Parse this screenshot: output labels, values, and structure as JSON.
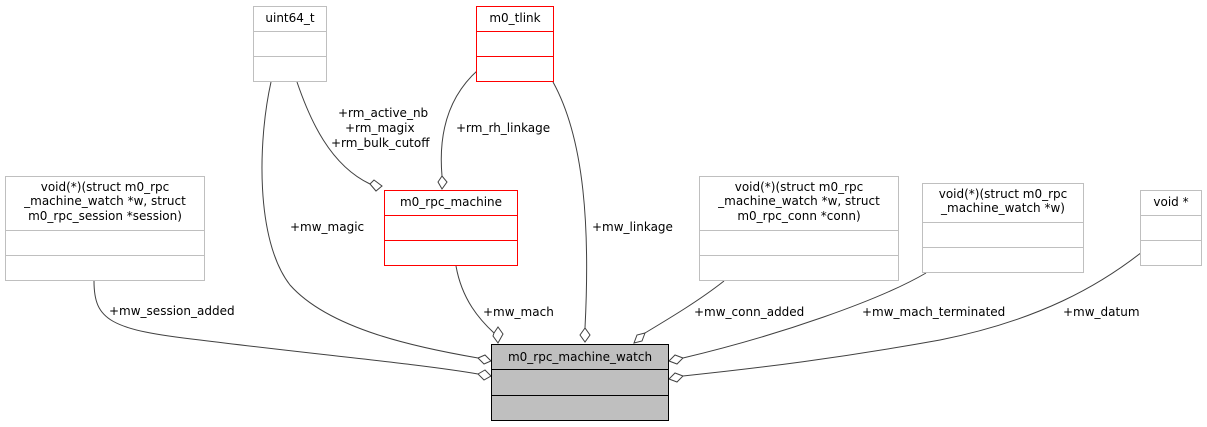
{
  "diagram": {
    "title": "m0_rpc_machine_watch",
    "nodes": {
      "main": {
        "lines": [
          "m0_rpc_machine_watch"
        ],
        "style": "main"
      },
      "session_cb": {
        "lines": [
          "void(*)(struct m0_rpc",
          "_machine_watch *w, struct",
          "m0_rpc_session *session)"
        ],
        "style": "gray"
      },
      "uint64": {
        "lines": [
          "uint64_t"
        ],
        "style": "gray"
      },
      "tlink": {
        "lines": [
          "m0_tlink"
        ],
        "style": "red"
      },
      "machine": {
        "lines": [
          "m0_rpc_machine"
        ],
        "style": "red"
      },
      "conn_cb": {
        "lines": [
          "void(*)(struct m0_rpc",
          "_machine_watch *w, struct",
          "m0_rpc_conn *conn)"
        ],
        "style": "gray"
      },
      "term_cb": {
        "lines": [
          "void(*)(struct m0_rpc",
          "_machine_watch *w)"
        ],
        "style": "gray"
      },
      "voidptr": {
        "lines": [
          "void *"
        ],
        "style": "gray"
      }
    },
    "edges": {
      "session_added": {
        "from": "session_cb",
        "to": "main",
        "labels": [
          "+mw_session_added"
        ]
      },
      "magic": {
        "from": "uint64",
        "to": "main",
        "labels": [
          "+mw_magic"
        ]
      },
      "mach": {
        "from": "machine",
        "to": "main",
        "labels": [
          "+mw_mach"
        ]
      },
      "linkage": {
        "from": "tlink",
        "to": "main",
        "labels": [
          "+mw_linkage"
        ]
      },
      "conn_added": {
        "from": "conn_cb",
        "to": "main",
        "labels": [
          "+mw_conn_added"
        ]
      },
      "mach_terminated": {
        "from": "term_cb",
        "to": "main",
        "labels": [
          "+mw_mach_terminated"
        ]
      },
      "datum": {
        "from": "voidptr",
        "to": "main",
        "labels": [
          "+mw_datum"
        ]
      },
      "rm_fields": {
        "from": "uint64",
        "to": "machine",
        "labels": [
          "+rm_active_nb",
          "+rm_magix",
          "+rm_bulk_cutoff"
        ]
      },
      "rh_linkage": {
        "from": "tlink",
        "to": "machine",
        "labels": [
          "+rm_rh_linkage"
        ]
      }
    }
  }
}
